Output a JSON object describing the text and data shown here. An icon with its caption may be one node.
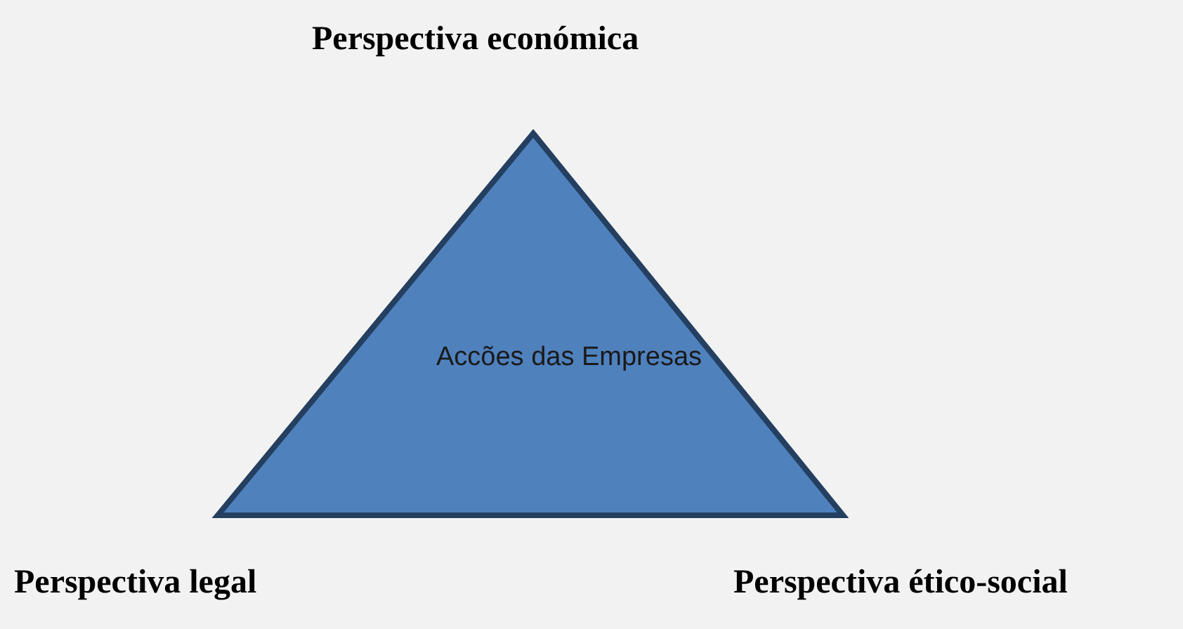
{
  "diagram": {
    "nodes": [
      {
        "text": [
          "Accões das Empresas"
        ]
      }
    ],
    "labels": [
      "Perspectiva económica",
      "Perspectiva legal",
      "Perspectiva ético-social"
    ]
  }
}
